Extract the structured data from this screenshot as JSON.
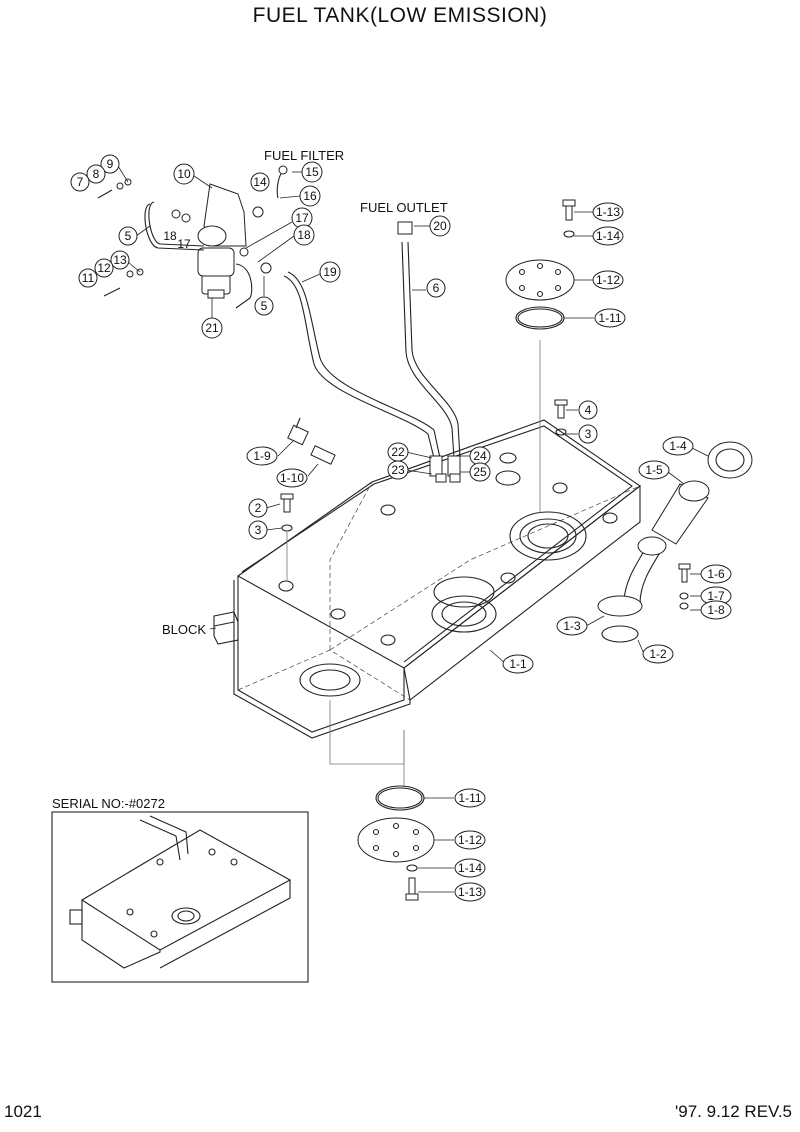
{
  "title": "FUEL TANK(LOW EMISSION)",
  "page_number": "1021",
  "revision": "'97. 9.12  REV.5",
  "labels": {
    "fuel_filter": "FUEL FILTER",
    "fuel_outlet": "FUEL OUTLET",
    "block": "BLOCK",
    "serial_no": "SERIAL NO:-#0272"
  },
  "callouts": [
    "9",
    "8",
    "7",
    "10",
    "14",
    "15",
    "16",
    "17",
    "18",
    "5",
    "18",
    "17",
    "13",
    "12",
    "11",
    "21",
    "5",
    "19",
    "20",
    "6",
    "1-13",
    "1-14",
    "1-12",
    "1-11",
    "4",
    "3",
    "1-4",
    "1-5",
    "1-9",
    "1-10",
    "22",
    "23",
    "24",
    "25",
    "2",
    "3",
    "1-6",
    "1-7",
    "1-8",
    "1-3",
    "1-2",
    "1-1",
    "1-11",
    "1-12",
    "1-14",
    "1-13"
  ]
}
